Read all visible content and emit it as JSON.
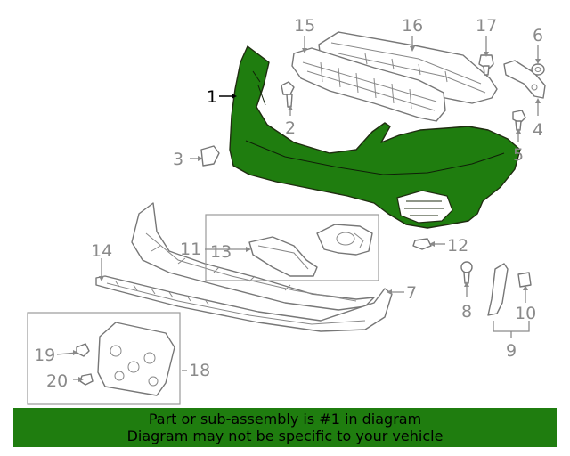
{
  "colors": {
    "highlight": "#1f7d0f",
    "footer_bg": "#1f7d0f",
    "part_stroke": "#777777",
    "callout_text": "#8a8a8a",
    "main_callout_text": "#000000"
  },
  "callouts": {
    "c1": "1",
    "c2": "2",
    "c3": "3",
    "c4": "4",
    "c5": "5",
    "c6": "6",
    "c7": "7",
    "c8": "8",
    "c9": "9",
    "c10": "10",
    "c11": "11",
    "c12": "12",
    "c13": "13",
    "c14": "14",
    "c15": "15",
    "c16": "16",
    "c17": "17",
    "c18": "18",
    "c19": "19",
    "c20": "20"
  },
  "footer": {
    "line1": "Part or sub-assembly is #1 in diagram",
    "line2": "Diagram may not be specific to your vehicle"
  }
}
